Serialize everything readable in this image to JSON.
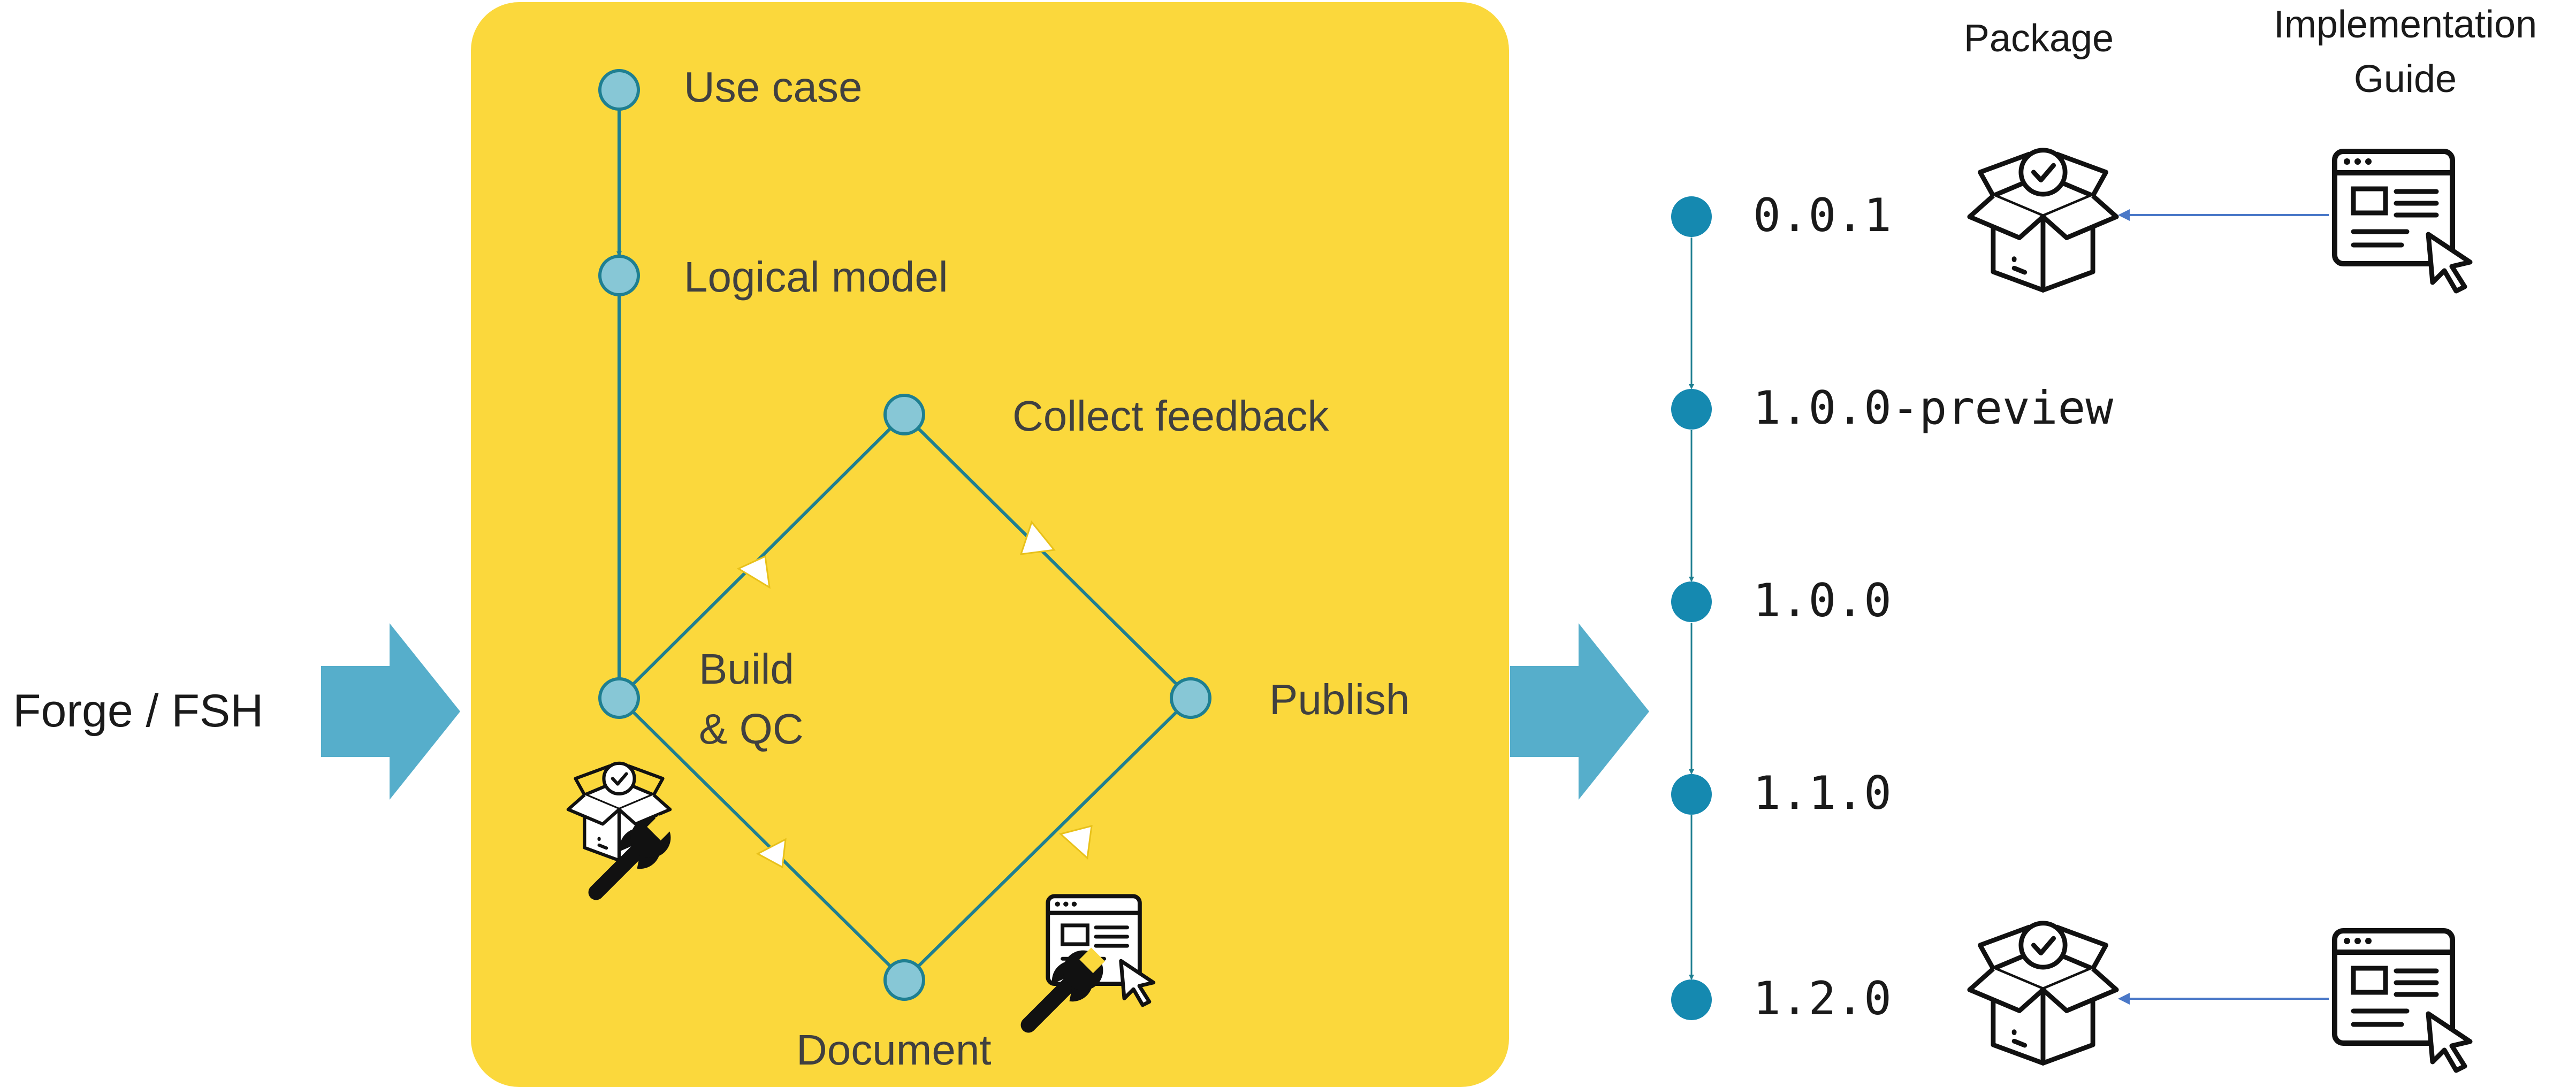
{
  "input": {
    "label": "Forge / FSH"
  },
  "workflow": {
    "steps": {
      "use_case": "Use case",
      "logical_model": "Logical model",
      "collect_feedback": "Collect feedback",
      "build_qc_line1": "Build",
      "build_qc_line2": "& QC",
      "publish": "Publish",
      "document": "Document"
    }
  },
  "columns": {
    "package": "Package",
    "ig_line1": "Implementation",
    "ig_line2": "Guide"
  },
  "versions": [
    "0.0.1",
    "1.0.0-preview",
    "1.0.0",
    "1.1.0",
    "1.2.0"
  ],
  "icons": {
    "package": "package-check-icon",
    "package_tool": "package-wrench-icon",
    "ig": "webpage-cursor-icon",
    "ig_tool": "webpage-wrench-icon"
  },
  "colors": {
    "panel": "#fbd83c",
    "flow_line": "#1f7f91",
    "node_fill": "#87c7d6",
    "version_dot": "#1589b0",
    "big_arrow": "#56aecb",
    "link_line": "#4a78c8"
  }
}
